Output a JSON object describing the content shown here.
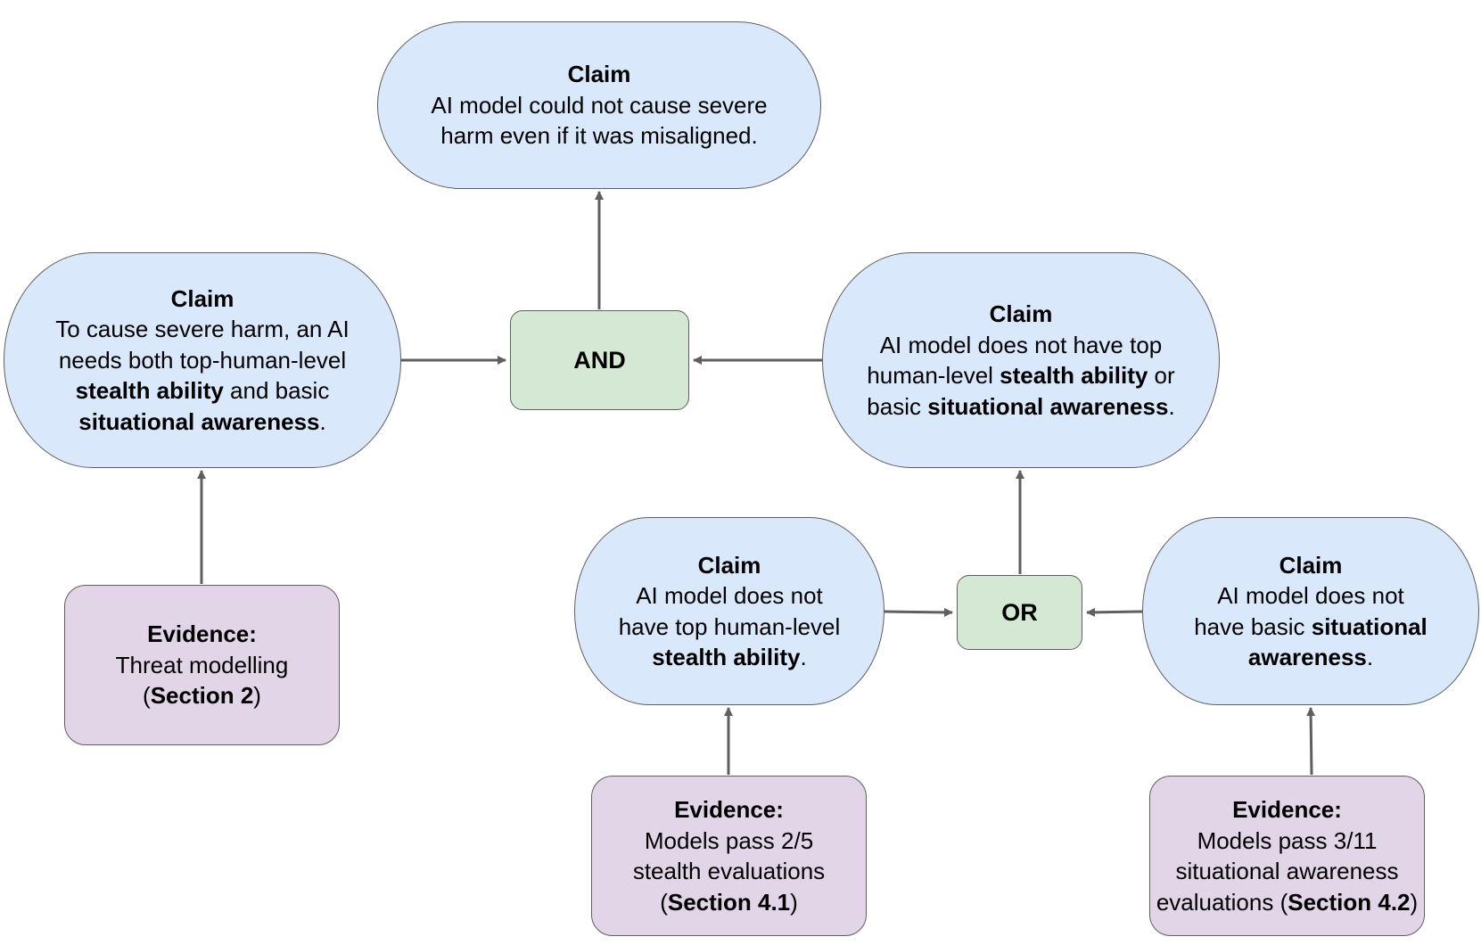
{
  "nodes": {
    "claim_top": {
      "heading": "Claim",
      "line1": "AI model could not cause severe",
      "line2": "harm even if it was misaligned."
    },
    "claim_left": {
      "heading": "Claim",
      "line1": "To cause severe harm, an AI",
      "line2": "needs both top-human-level",
      "bold1": "stealth ability",
      "text1": " and basic",
      "bold2": "situational awareness",
      "text2": "."
    },
    "claim_right": {
      "heading": "Claim",
      "line1": "AI model does not have top",
      "text1": "human-level ",
      "bold1": "stealth ability",
      "text2": " or",
      "text3": "basic ",
      "bold2": "situational awareness",
      "text4": "."
    },
    "claim_stealth": {
      "heading": "Claim",
      "line1": "AI model does not",
      "line2": "have top human-level",
      "bold1": "stealth ability",
      "text1": "."
    },
    "claim_sa": {
      "heading": "Claim",
      "line1": "AI model does not",
      "text1": "have basic ",
      "bold1": "situational",
      "bold2": "awareness",
      "text2": "."
    },
    "gate_and": {
      "label": "AND"
    },
    "gate_or": {
      "label": "OR"
    },
    "evidence_threat": {
      "heading": "Evidence:",
      "line1": "Threat modelling",
      "open": "(",
      "bold1": "Section 2",
      "close": ")"
    },
    "evidence_stealth": {
      "heading": "Evidence:",
      "line1": "Models pass 2/5",
      "line2": "stealth evaluations",
      "open": "(",
      "bold1": "Section 4.1",
      "close": ")"
    },
    "evidence_sa": {
      "heading": "Evidence:",
      "line1": "Models pass 3/11",
      "line2": "situational awareness",
      "text1": "evaluations (",
      "bold1": "Section 4.2",
      "close": ")"
    }
  },
  "colors": {
    "claim_fill": "#dae8fc",
    "gate_fill": "#d5e8d4",
    "evidence_fill": "#e1d5e7",
    "stroke": "#5f5f5f"
  }
}
